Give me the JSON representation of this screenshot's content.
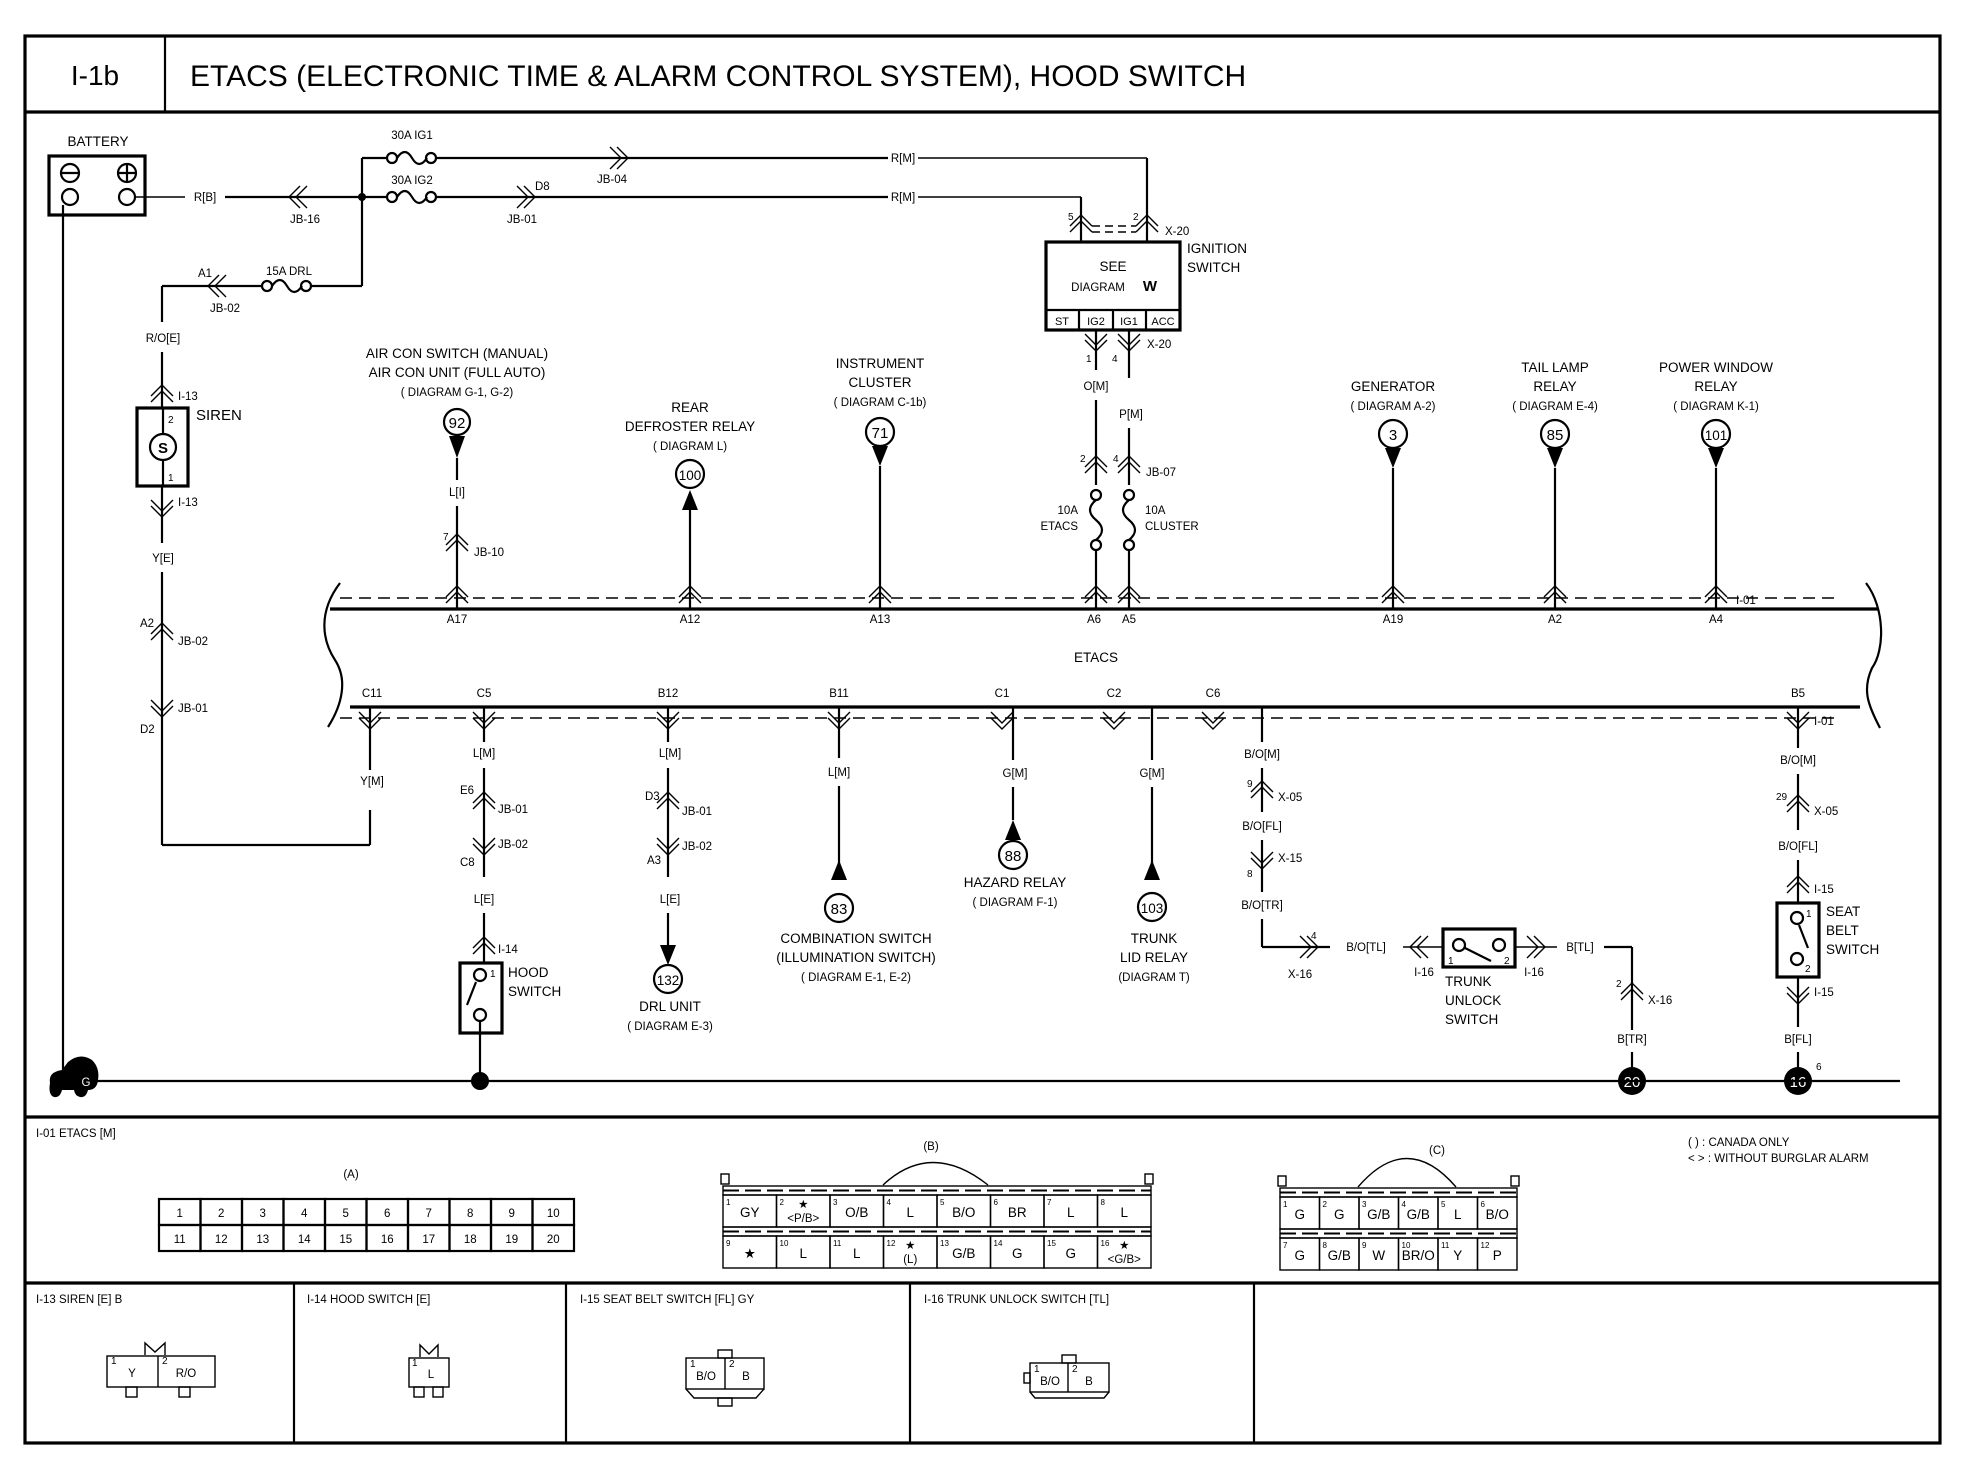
{
  "header": {
    "code": "I-1b",
    "title": "ETACS (ELECTRONIC TIME & ALARM CONTROL SYSTEM), HOOD SWITCH"
  },
  "battery": {
    "label": "BATTERY",
    "wire": "R[B]",
    "connector_jb16": "JB-16"
  },
  "fuses": {
    "ig1": "30A IG1",
    "ig2": "30A IG2",
    "drl": "15A DRL",
    "etacs_amp": "10A",
    "etacs_name": "ETACS",
    "cluster_amp": "10A",
    "cluster_name": "CLUSTER"
  },
  "top_wires": {
    "ig1_connector": "JB-04",
    "ig1_wire": "R[M]",
    "ig2_pin": "D8",
    "ig2_connector": "JB-01",
    "ig2_wire": "R[M]",
    "drl_pin": "A1",
    "drl_connector": "JB-02"
  },
  "ignition_switch": {
    "name_line1": "IGNITION",
    "name_line2": "SWITCH",
    "see": "SEE",
    "diagram": "DIAGRAM",
    "diagram_ref": "W",
    "terminals": [
      "ST",
      "IG2",
      "IG1",
      "ACC"
    ],
    "top_connector": "X-20",
    "top_pin_left": "5",
    "top_pin_right": "2",
    "bottom_connector": "X-20",
    "bottom_pin_left": "1",
    "bottom_pin_right": "4",
    "wire_left": "O[M]",
    "wire_right": "P[M]",
    "jb_connector": "JB-07",
    "jb_pin_left": "2",
    "jb_pin_right": "4"
  },
  "siren": {
    "wire_top": "R/O[E]",
    "connector": "I-13",
    "name": "SIREN",
    "symbol": "S",
    "pin_top": "2",
    "pin_bottom": "1",
    "wire_bottom": "Y[E]",
    "jb02_pin": "A2",
    "jb02": "JB-02",
    "jb01": "JB-01",
    "jb01_pin": "D2"
  },
  "upper_components": [
    {
      "lines": [
        "AIR CON SWITCH (MANUAL)",
        "AIR CON UNIT (FULL AUTO)",
        "( DIAGRAM G-1, G-2)"
      ],
      "ref": "92",
      "wire": "L[I]",
      "jb_pin": "7",
      "jb": "JB-10",
      "pin": "A17"
    },
    {
      "lines": [
        "REAR",
        "DEFROSTER RELAY",
        "( DIAGRAM L)"
      ],
      "ref": "100",
      "pin": "A12"
    },
    {
      "lines": [
        "INSTRUMENT",
        "CLUSTER",
        "( DIAGRAM C-1b)"
      ],
      "ref": "71",
      "pin": "A13"
    },
    {
      "lines": [
        "GENERATOR",
        "( DIAGRAM  A-2)"
      ],
      "ref": "3",
      "pin": "A19"
    },
    {
      "lines": [
        "TAIL LAMP",
        "RELAY",
        "( DIAGRAM  E-4)"
      ],
      "ref": "85",
      "pin": "A2"
    },
    {
      "lines": [
        "POWER WINDOW",
        "RELAY",
        "( DIAGRAM  K-1)"
      ],
      "ref": "101",
      "pin": "A4"
    }
  ],
  "etacs": {
    "label": "ETACS",
    "pin_a6": "A6",
    "pin_a5": "A5",
    "connector_top": "I-01",
    "connector_bottom": "I-01"
  },
  "lower_pins": [
    "C11",
    "C5",
    "B12",
    "B11",
    "C1",
    "C2",
    "C6",
    "B5"
  ],
  "lower_components": {
    "c11_wire": "Y[M]",
    "hood": {
      "wire1": "L[M]",
      "pin_e6": "E6",
      "jb01": "JB-01",
      "jb02": "JB-02",
      "pin_c8": "C8",
      "wire2": "L[E]",
      "connector": "I-14",
      "pin": "1",
      "name_line1": "HOOD",
      "name_line2": "SWITCH"
    },
    "drl": {
      "wire1": "L[M]",
      "pin_d3": "D3",
      "jb01": "JB-01",
      "jb02": "JB-02",
      "pin_a3": "A3",
      "wire2": "L[E]",
      "ref": "132",
      "lines": [
        "DRL UNIT",
        "( DIAGRAM  E-3)"
      ]
    },
    "combination": {
      "wire": "L[M]",
      "ref": "83",
      "lines": [
        "COMBINATION SWITCH",
        "(ILLUMINATION SWITCH)",
        "( DIAGRAM  E-1, E-2)"
      ]
    },
    "hazard": {
      "wire": "G[M]",
      "ref": "88",
      "lines": [
        "HAZARD RELAY",
        "( DIAGRAM  F-1)"
      ]
    },
    "trunk_lid": {
      "wire": "G[M]",
      "ref": "103",
      "lines": [
        "TRUNK",
        "LID RELAY",
        "(DIAGRAM  T)"
      ]
    },
    "trunk_unlock": {
      "wire1": "B/O[M]",
      "x05_pin": "9",
      "x05": "X-05",
      "wire2": "B/O[FL]",
      "x15": "X-15",
      "x15_pin": "8",
      "wire3": "B/O[TR]",
      "x16_pin": "4",
      "x16": "X-16",
      "wire4": "B/O[TL]",
      "i16_left": "I-16",
      "i16_right": "I-16",
      "pin1": "1",
      "pin2": "2",
      "name_lines": [
        "TRUNK",
        "UNLOCK",
        "SWITCH"
      ],
      "wire5": "B[TL]",
      "x16b_pin": "2",
      "x16b": "X-16",
      "wire6": "B[TR]",
      "ground": "20"
    },
    "seat_belt": {
      "connector_top": "I-01",
      "wire1": "B/O[M]",
      "x05_pin": "29",
      "x05": "X-05",
      "wire2": "B/O[FL]",
      "i15_top": "I-15",
      "pin1": "1",
      "pin2": "2",
      "name_lines": [
        "SEAT",
        "BELT",
        "SWITCH"
      ],
      "i15_bottom": "I-15",
      "wire3": "B[FL]",
      "ground": "16",
      "ground_pin": "6"
    }
  },
  "ground_symbol": "G",
  "connector_views": {
    "i01": {
      "title": "I-01 ETACS [M]",
      "a_label": "(A)",
      "a_row1": [
        "1",
        "2",
        "3",
        "4",
        "5",
        "6",
        "7",
        "8",
        "9",
        "10"
      ],
      "a_row2": [
        "11",
        "12",
        "13",
        "14",
        "15",
        "16",
        "17",
        "18",
        "19",
        "20"
      ],
      "b_label": "(B)",
      "b_cells": [
        {
          "pin": "1",
          "val": "GY"
        },
        {
          "pin": "2",
          "val": "★",
          "val2": "<P/B>"
        },
        {
          "pin": "3",
          "val": "O/B"
        },
        {
          "pin": "4",
          "val": "L"
        },
        {
          "pin": "5",
          "val": "B/O"
        },
        {
          "pin": "6",
          "val": "BR"
        },
        {
          "pin": "7",
          "val": "L"
        },
        {
          "pin": "8",
          "val": "L"
        },
        {
          "pin": "9",
          "val": "★"
        },
        {
          "pin": "10",
          "val": "L"
        },
        {
          "pin": "11",
          "val": "L"
        },
        {
          "pin": "12",
          "val": "★",
          "val2": "(L)"
        },
        {
          "pin": "13",
          "val": "G/B"
        },
        {
          "pin": "14",
          "val": "G"
        },
        {
          "pin": "15",
          "val": "G"
        },
        {
          "pin": "16",
          "val": "★",
          "val2": "<G/B>"
        }
      ],
      "c_label": "(C)",
      "c_cells": [
        {
          "pin": "1",
          "val": "G"
        },
        {
          "pin": "2",
          "val": "G"
        },
        {
          "pin": "3",
          "val": "G/B"
        },
        {
          "pin": "4",
          "val": "G/B"
        },
        {
          "pin": "5",
          "val": "L"
        },
        {
          "pin": "6",
          "val": "B/O"
        },
        {
          "pin": "7",
          "val": "G"
        },
        {
          "pin": "8",
          "val": "G/B"
        },
        {
          "pin": "9",
          "val": "W"
        },
        {
          "pin": "10",
          "val": "BR/O"
        },
        {
          "pin": "11",
          "val": "Y"
        },
        {
          "pin": "12",
          "val": "P"
        }
      ],
      "legend": [
        "(    ) : CANADA ONLY",
        "<    > : WITHOUT BURGLAR ALARM"
      ]
    },
    "i13": {
      "title": "I-13 SIREN [E] B",
      "cells": [
        {
          "pin": "1",
          "val": "Y"
        },
        {
          "pin": "2",
          "val": "R/O"
        }
      ]
    },
    "i14": {
      "title": "I-14 HOOD SWITCH [E]",
      "cells": [
        {
          "pin": "1",
          "val": "L"
        }
      ]
    },
    "i15": {
      "title": "I-15 SEAT BELT SWITCH [FL] GY",
      "cells": [
        {
          "pin": "1",
          "val": "B/O"
        },
        {
          "pin": "2",
          "val": "B"
        }
      ]
    },
    "i16": {
      "title": "I-16 TRUNK UNLOCK SWITCH [TL]",
      "cells": [
        {
          "pin": "1",
          "val": "B/O"
        },
        {
          "pin": "2",
          "val": "B"
        }
      ]
    }
  }
}
